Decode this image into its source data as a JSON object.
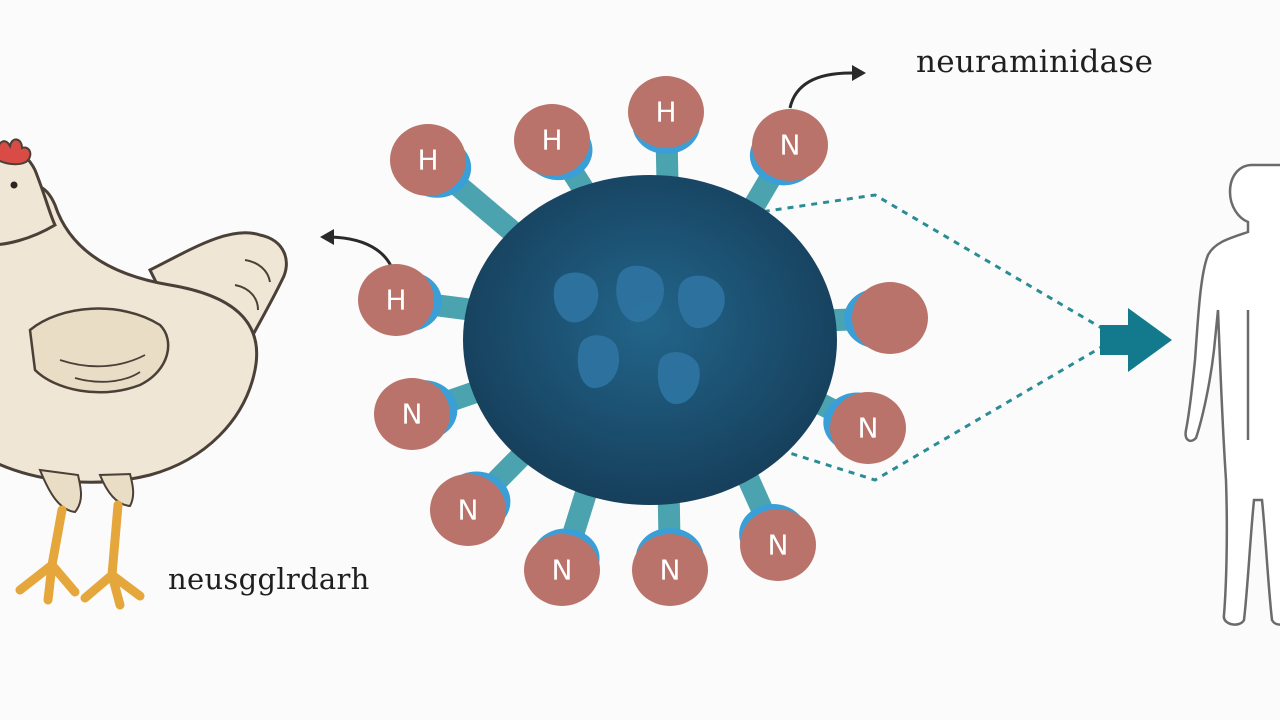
{
  "labels": {
    "top_right": "neuraminidase",
    "bottom_left": "neusgglrdarh"
  },
  "spikes": [
    {
      "letter": "H"
    },
    {
      "letter": "H"
    },
    {
      "letter": "H"
    },
    {
      "letter": "N"
    },
    {
      "letter": "H"
    },
    {
      "letter": ""
    },
    {
      "letter": "N"
    },
    {
      "letter": "N"
    },
    {
      "letter": "N"
    },
    {
      "letter": "N"
    },
    {
      "letter": "N"
    },
    {
      "letter": "N"
    }
  ],
  "colors": {
    "virus_body": "#1d5878",
    "virus_body_dark": "#153f5a",
    "virus_blob": "#2f75a3",
    "stalk": "#4aa3ae",
    "cap": "#b9736a",
    "cap_rim": "#3a9fd6",
    "arrow": "#127a8c",
    "dotted": "#2a8c95",
    "chicken_body": "#efe6d6",
    "chicken_outline": "#4a4038",
    "comb": "#d94b45",
    "legs": "#e5a73b",
    "human_outline": "#6b6b6b"
  },
  "icons": [
    "chicken-icon",
    "human-icon",
    "virus-icon"
  ]
}
